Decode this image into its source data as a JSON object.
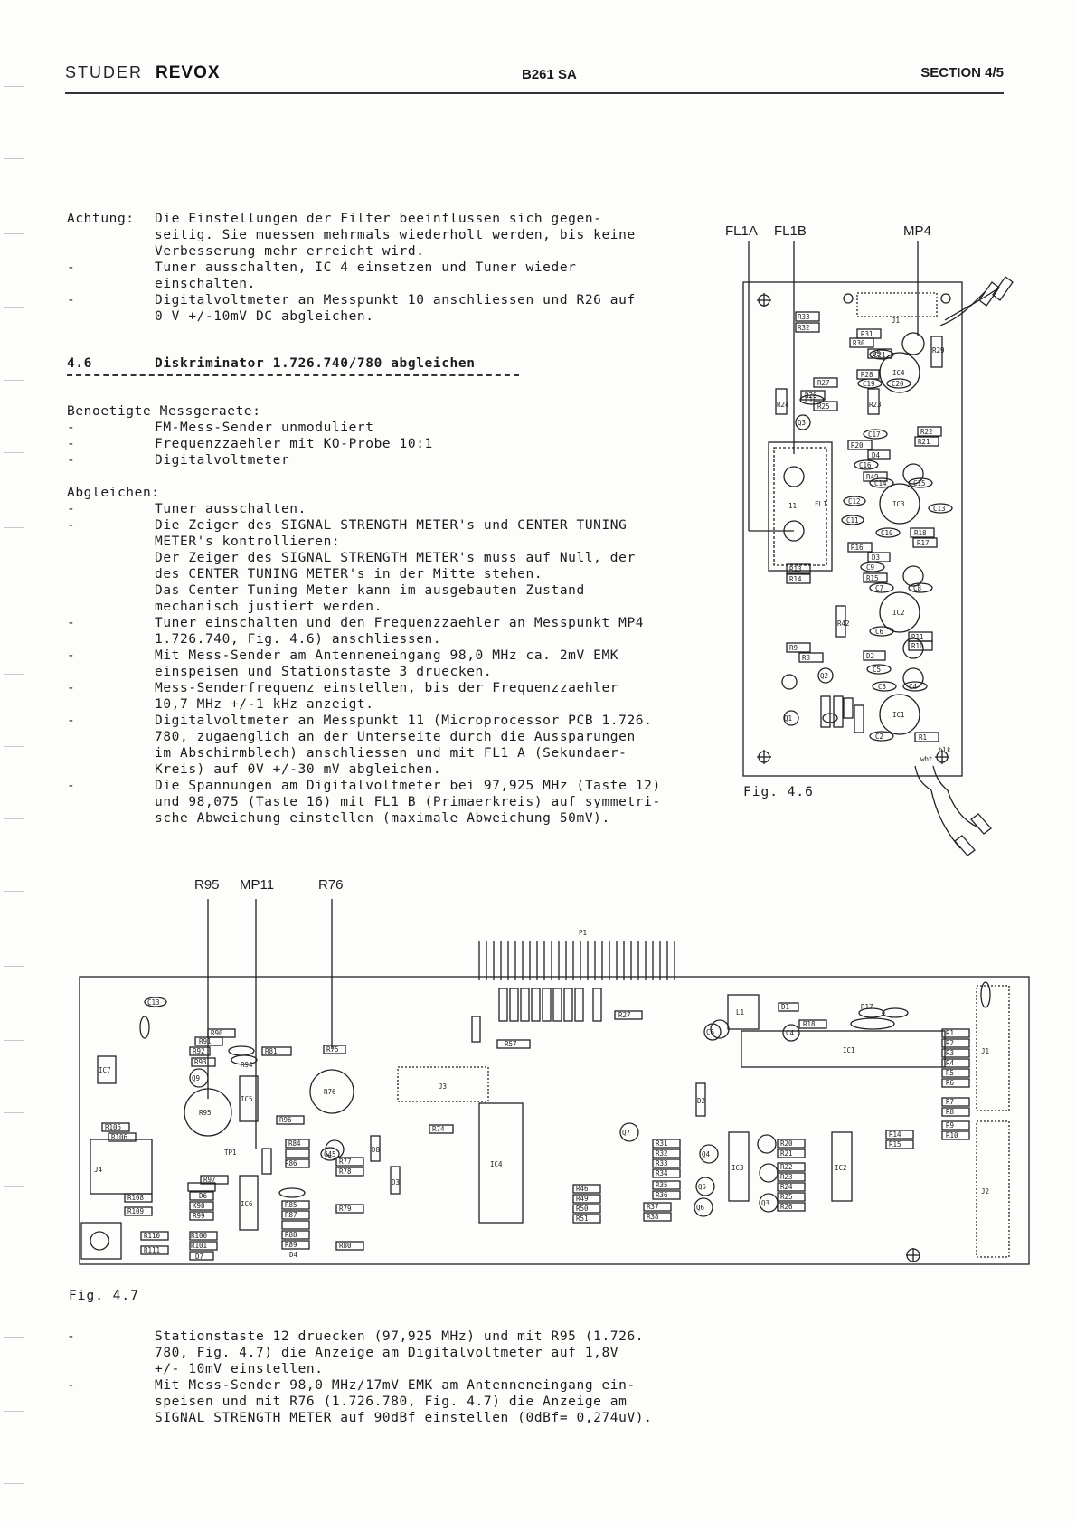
{
  "header": {
    "brand_studer": "STUDER",
    "brand_revox": "REVOX",
    "model": "B261 SA",
    "section": "SECTION 4/5"
  },
  "intro": {
    "label": "Achtung:",
    "lines": [
      "Die Einstellungen der Filter beeinflussen sich gegen-",
      "seitig. Sie muessen mehrmals wiederholt werden, bis keine",
      "Verbesserung mehr erreicht wird."
    ],
    "bullets": [
      {
        "marker": "-",
        "lines": [
          "Tuner ausschalten, IC 4 einsetzen und Tuner wieder",
          "einschalten."
        ]
      },
      {
        "marker": "-",
        "lines": [
          "Digitalvoltmeter an Messpunkt 10 anschliessen und R26 auf",
          "0 V +/-10mV DC abgleichen."
        ]
      }
    ]
  },
  "section": {
    "number": "4.6",
    "title": "Diskriminator 1.726.740/780 abgleichen"
  },
  "equipment": {
    "heading": "Benoetigte Messgeraete:",
    "items": [
      "FM-Mess-Sender unmoduliert",
      "Frequenzzaehler mit KO-Probe 10:1",
      "Digitalvoltmeter"
    ],
    "marker": "-"
  },
  "procedure": {
    "heading": "Abgleichen:",
    "marker": "-",
    "steps": [
      [
        "Tuner ausschalten."
      ],
      [
        "Die Zeiger des SIGNAL STRENGTH METER's und CENTER TUNING",
        "METER's kontrollieren:",
        "Der Zeiger des SIGNAL STRENGTH METER's muss auf Null, der",
        "des CENTER TUNING METER's in der Mitte stehen.",
        "Das Center Tuning Meter kann im ausgebauten Zustand",
        "mechanisch justiert werden."
      ],
      [
        "Tuner einschalten und den Frequenzzaehler an Messpunkt MP4",
        "1.726.740, Fig. 4.6) anschliessen."
      ],
      [
        "Mit Mess-Sender am Antenneneingang 98,0 MHz ca. 2mV EMK",
        "einspeisen und Stationstaste 3 druecken."
      ],
      [
        "Mess-Senderfrequenz einstellen, bis der Frequenzzaehler",
        "10,7 MHz +/-1 kHz anzeigt."
      ],
      [
        "Digitalvoltmeter an Messpunkt 11 (Microprocessor PCB 1.726.",
        "780, zugaenglich an der Unterseite durch die Aussparungen",
        "im Abschirmblech) anschliessen und mit FL1 A (Sekundaer-",
        "Kreis) auf 0V +/-30 mV abgleichen."
      ],
      [
        "Die Spannungen am Digitalvoltmeter bei 97,925 MHz (Taste 12)",
        "und 98,075 (Taste 16) mit FL1 B (Primaerkreis) auf symmetri-",
        "sche Abweichung einstellen (maximale Abweichung 50mV)."
      ]
    ]
  },
  "fig46": {
    "caption": "Fig. 4.6",
    "callouts": [
      "FL1A",
      "FL1B",
      "MP4"
    ],
    "labels": {
      "r33": "R33",
      "r32": "R32",
      "r31": "R31",
      "r30": "R30",
      "d5": "D5",
      "c21": "C21",
      "r28": "R28",
      "c19": "C19",
      "c20": "C20",
      "r27": "R27",
      "r26": "R26",
      "c18": "C18",
      "r25": "R25",
      "r24": "R24",
      "r23": "R23",
      "c17": "C17",
      "r22": "R22",
      "r21": "R21",
      "r20": "R20",
      "d4": "D4",
      "c16": "C16",
      "r49": "R49",
      "c14": "C14",
      "c15": "C15",
      "c12": "C12",
      "c11": "C11",
      "c10": "C10",
      "c13": "C13",
      "r18": "R18",
      "r17": "R17",
      "r16": "R16",
      "d3": "D3",
      "c9": "C9",
      "r15": "R15",
      "c7": "C7",
      "c8": "C8",
      "r13": "R13",
      "r14": "R14",
      "r42": "R42",
      "c6": "C6",
      "r11": "R11",
      "r10": "R10",
      "r9": "R9",
      "r8": "R8",
      "d2": "D2",
      "c5": "C5",
      "c3": "C3",
      "c4": "C4",
      "r1": "R1",
      "c2": "C2",
      "r29": "R29",
      "ic4": "IC4",
      "ic3": "IC3",
      "ic2": "IC2",
      "ic1": "IC1",
      "fl1": "FL1",
      "j1": "J1",
      "q2": "Q2",
      "q1": "Q1",
      "q3": "Q3",
      "num11": "11",
      "wht": "wht",
      "blk": "blk"
    }
  },
  "fig47": {
    "caption": "Fig. 4.7",
    "callouts": [
      "R95",
      "MP11",
      "R76"
    ],
    "labels": {
      "p1": "P1",
      "j3": "J3",
      "j4": "J4",
      "j1": "J1",
      "j2": "J2",
      "tp1": "TP1",
      "ic4": "IC4",
      "ic3": "IC3",
      "ic2": "IC2",
      "ic1": "IC1",
      "ic5": "IC5",
      "ic6": "IC6",
      "ic7": "IC7",
      "r90": "R90",
      "r91": "R91",
      "r92": "R92",
      "r93": "R93",
      "r94": "R94",
      "r95": "R95",
      "r96": "R96",
      "r97": "R97",
      "r98": "K98",
      "r99": "R99",
      "r100": "R100",
      "r101": "R101",
      "r81": "R81",
      "r84": "R84",
      "r85": "R85",
      "r86": "R86",
      "r87": "R87",
      "r88": "R88",
      "r89": "R89",
      "r75": "R75",
      "r76": "R76",
      "r77": "R77",
      "r78": "R78",
      "r79": "R79",
      "r80": "R80",
      "r74": "R74",
      "r57": "R57",
      "r27": "R27",
      "r18": "R18",
      "r17": "R17",
      "r31": "R31",
      "r32": "R32",
      "r33": "R33",
      "r34": "R34",
      "r35": "R35",
      "r36": "R36",
      "r37": "R37",
      "r38": "R38",
      "r46": "R46",
      "r49": "R49",
      "r50": "R50",
      "r51": "R51",
      "r20": "R20",
      "r21": "R21",
      "r22": "R22",
      "r23": "R23",
      "r24": "R24",
      "r25": "R25",
      "r26": "R26",
      "r14": "R14",
      "r15": "R15",
      "r7": "R7",
      "r8": "R8",
      "r9": "R9",
      "r10": "R10",
      "r105": "R105",
      "r106": "R106",
      "r108": "R108",
      "r109": "R109",
      "r110": "R110",
      "r111": "R111",
      "d1": "D1",
      "d2": "D2",
      "d3": "D3",
      "d4": "D4",
      "d6": "D6",
      "d7": "D7",
      "d8": "D8",
      "q3": "Q3",
      "q4": "Q4",
      "q5": "Q5",
      "q6": "Q6",
      "q7": "Q7",
      "q9": "Q9",
      "c4": "C4",
      "c6": "C6",
      "c13": "C13",
      "c45": "C45",
      "l1": "L1",
      "rlist": [
        "R1",
        "R2",
        "R3",
        "R4",
        "R5",
        "R6"
      ]
    }
  },
  "bottom": {
    "marker": "-",
    "steps": [
      [
        "Stationstaste 12 druecken (97,925 MHz) und mit R95 (1.726.",
        "780, Fig. 4.7) die Anzeige am Digitalvoltmeter auf 1,8V",
        "+/- 10mV einstellen."
      ],
      [
        "Mit Mess-Sender 98,0 MHz/17mV EMK am Antenneneingang ein-",
        "speisen und mit R76 (1.726.780, Fig. 4.7) die Anzeige am",
        "SIGNAL STRENGTH METER auf 90dBf einstellen (0dBf= 0,274uV)."
      ]
    ]
  },
  "colors": {
    "ink": "#1c1c1c",
    "paper": "#fdfdfb",
    "rule": "#333333"
  }
}
